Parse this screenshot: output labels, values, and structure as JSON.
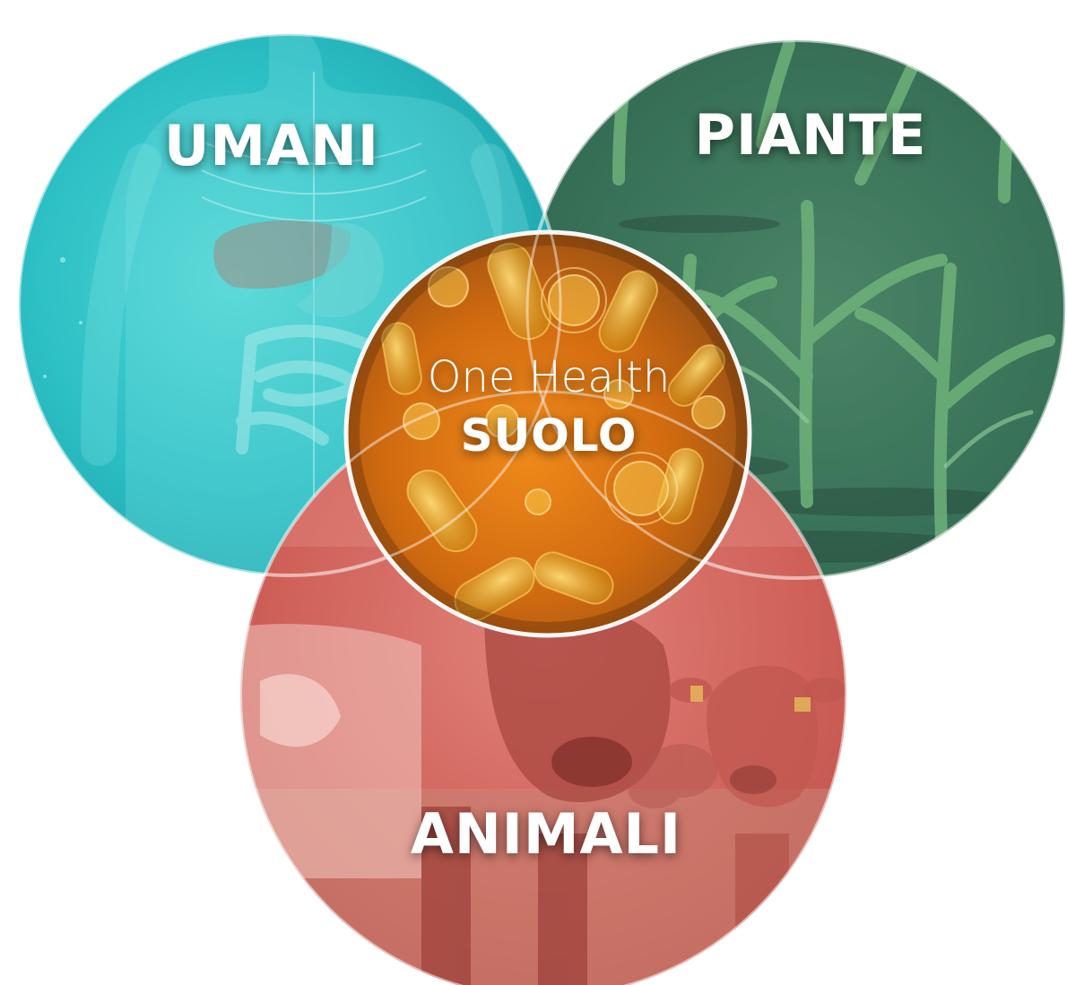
{
  "diagram": {
    "circles": [
      {
        "id": "umani",
        "label": "UMANI",
        "subject": "human anatomy",
        "color": "#2bbfc4"
      },
      {
        "id": "piante",
        "label": "PIANTE",
        "subject": "corn seedlings",
        "color": "#3f8a66"
      },
      {
        "id": "animali",
        "label": "ANIMALI",
        "subject": "cattle",
        "color": "#d9655c"
      }
    ],
    "center": {
      "subtitle": "One Health",
      "title": "SUOLO",
      "subject": "soil microbes",
      "color": "#e07a12"
    }
  }
}
